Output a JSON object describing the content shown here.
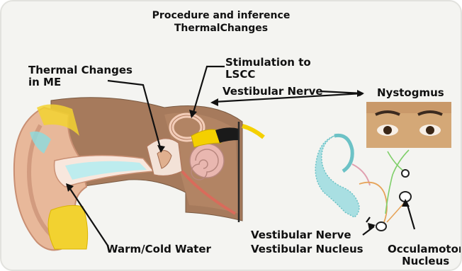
{
  "title": {
    "line1": "Procedure and inference",
    "line2": "ThermalChanges"
  },
  "labels": {
    "thermal_changes_line1": "Thermal Changes",
    "thermal_changes_line2": "in ME",
    "stimulation_line1": "Stimulation to",
    "stimulation_line2": "LSCC",
    "vestibular_nerve_top": "Vestibular Nerve",
    "nystagmus": "Nystogmus",
    "warm_cold_water": "Warm/Cold Water",
    "vestibular_nerve_bottom": "Vestibular Nerve",
    "vestibular_nucleus": "Vestibular Nucleus",
    "occulamotor_line1": "Occulamotor",
    "occulamotor_line2": "Nucleus"
  },
  "colors": {
    "skin": "#e8b89a",
    "skin_dark": "#c98f73",
    "bone": "#a67a5c",
    "cartilage_yellow": "#f2d230",
    "canal_blue": "#8fd9dc",
    "cochlea_pink": "#e9b7b0",
    "nerve_yellow": "#f4d000",
    "face_tan": "#d4a877"
  }
}
